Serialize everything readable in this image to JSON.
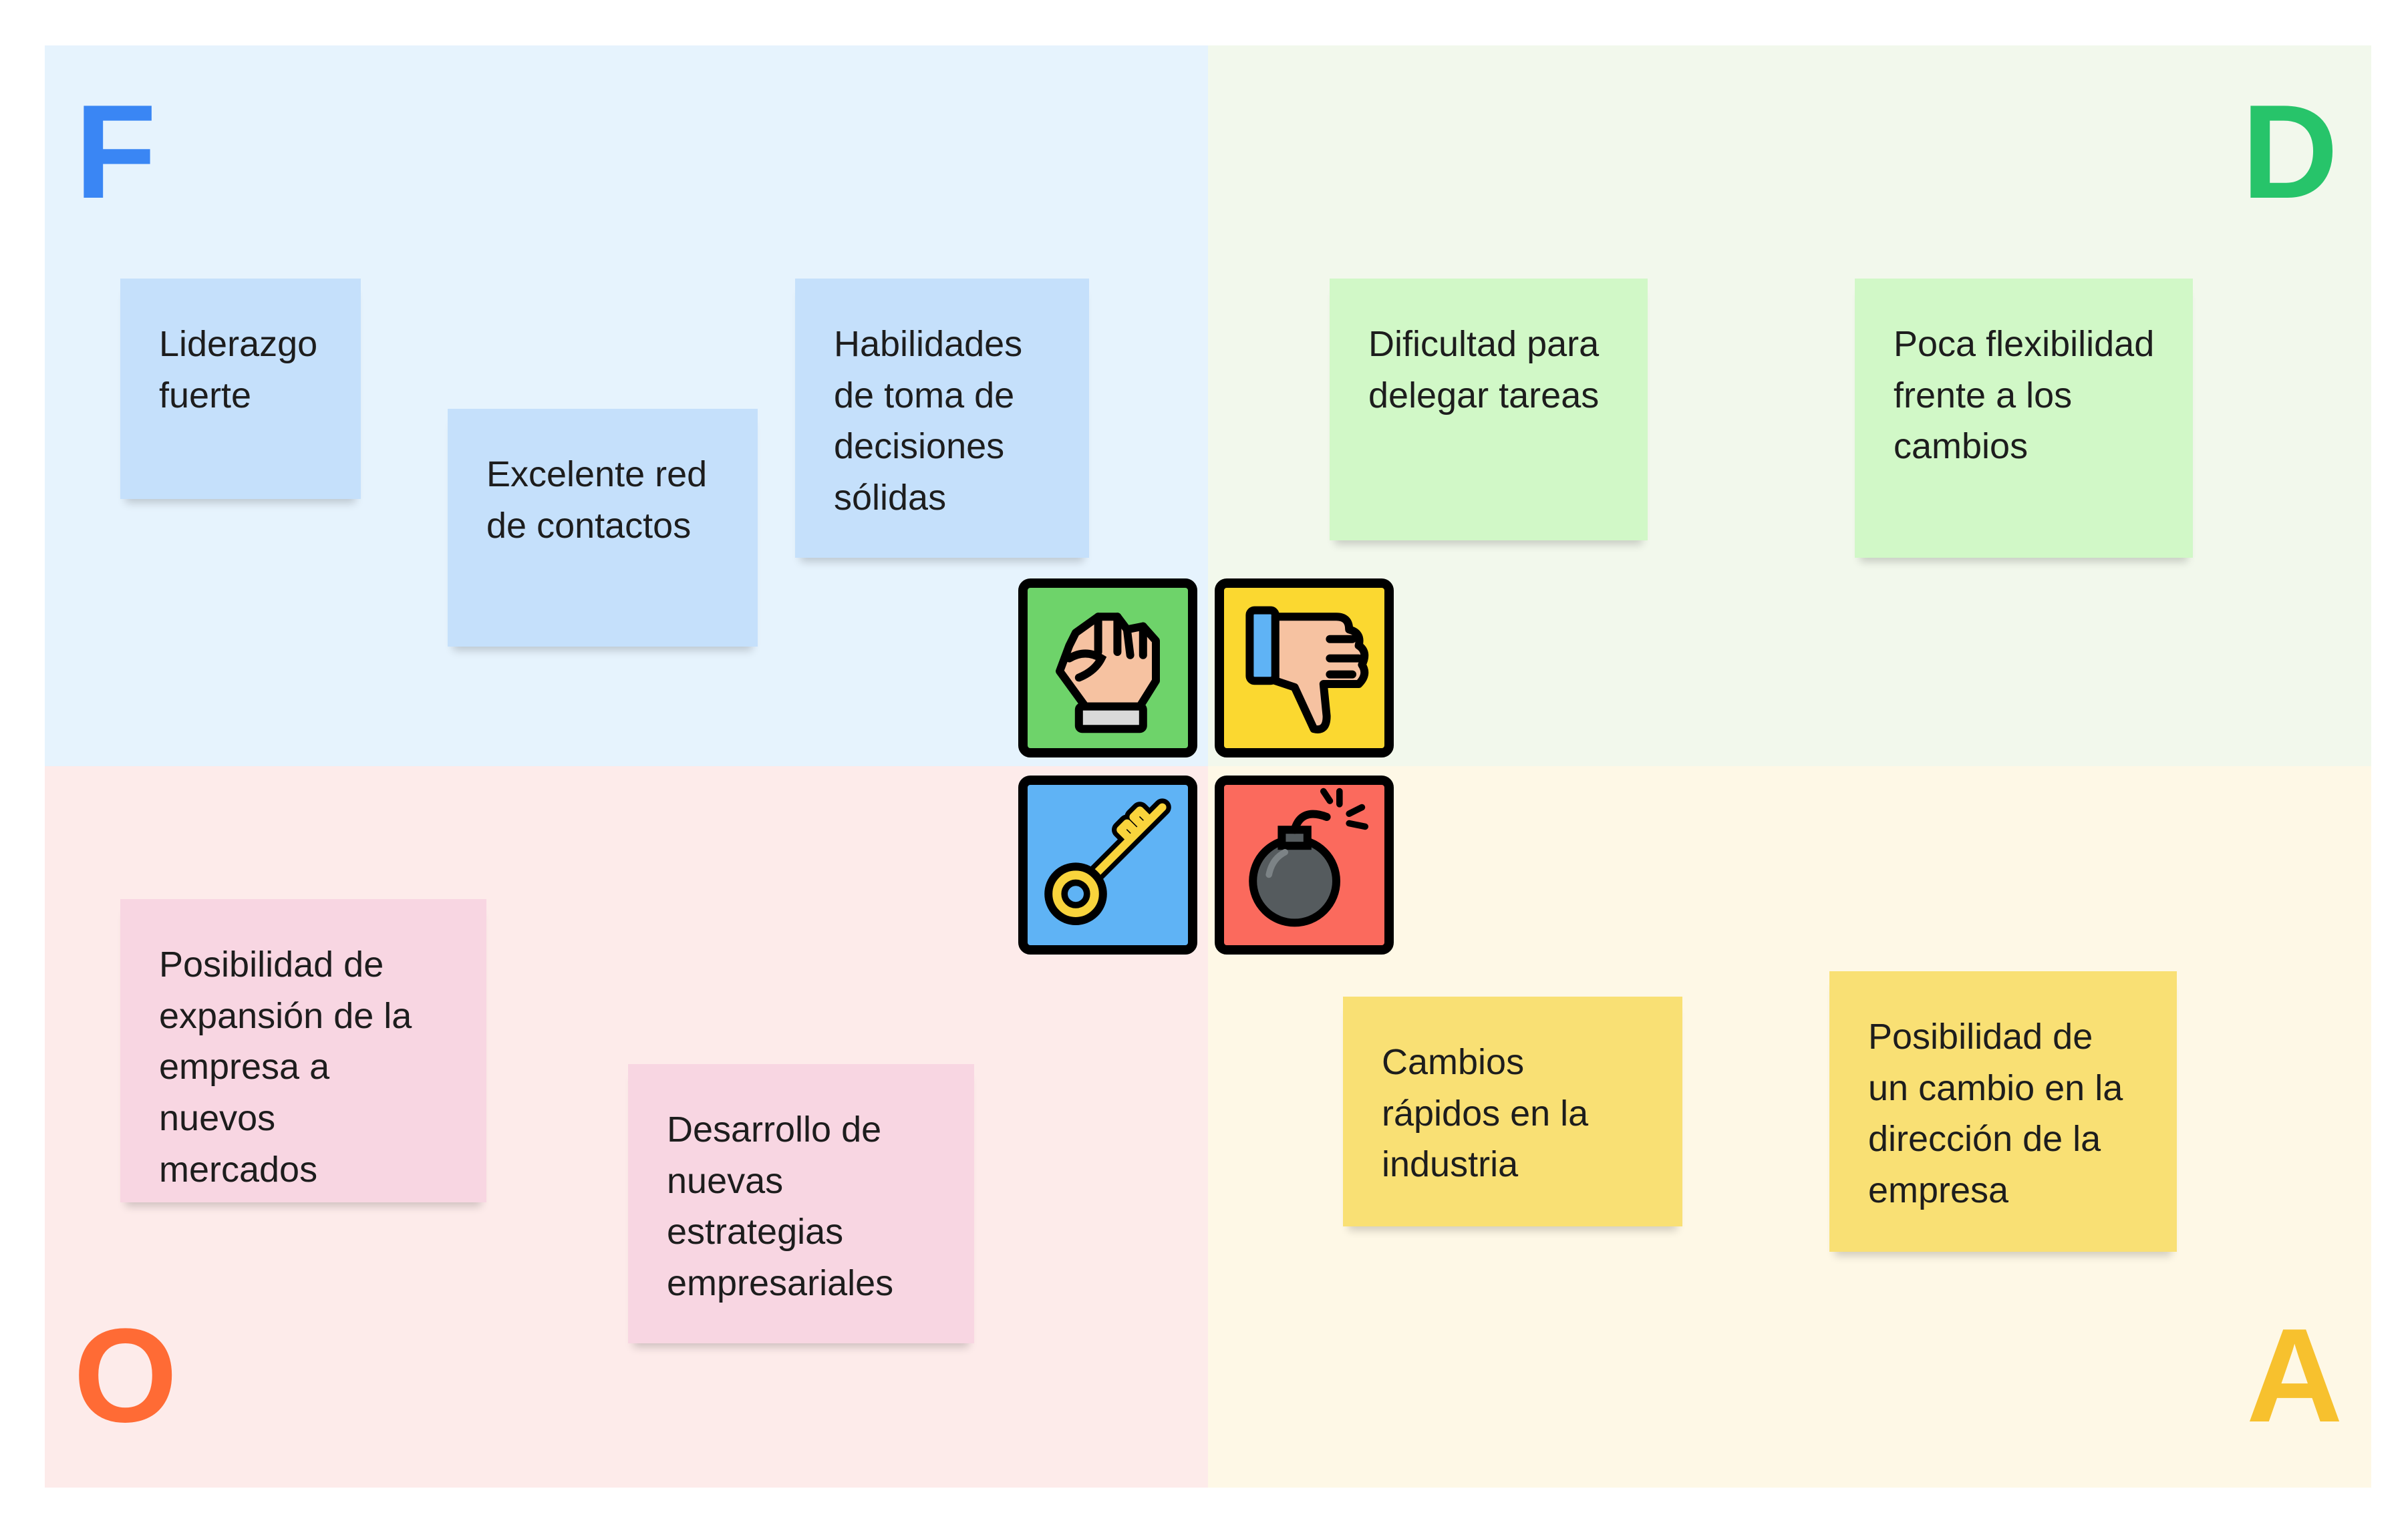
{
  "colors": {
    "strengths_bg": "#e6f3fd",
    "weaknesses_bg": "#f2f8ec",
    "opportunities_bg": "#fdebea",
    "threats_bg": "#fef8e6",
    "strengths_letter": "#3a86f4",
    "weaknesses_letter": "#27c46a",
    "opportunities_letter": "#ff6b35",
    "threats_letter": "#f7c12e",
    "strengths_note": "#c5e0fb",
    "weaknesses_note": "#d1f8c7",
    "opportunities_note": "#f8d6e2",
    "threats_note": "#f9e074"
  },
  "quadrants": {
    "strengths": {
      "letter": "F",
      "notes": [
        "Liderazgo\nfuerte",
        "Excelente red\nde contactos",
        "Habilidades\nde toma de\ndecisiones\nsólidas"
      ]
    },
    "weaknesses": {
      "letter": "D",
      "notes": [
        "Dificultad para\ndelegar tareas",
        "Poca flexibilidad\nfrente a los\ncambios"
      ]
    },
    "opportunities": {
      "letter": "O",
      "notes": [
        "Posibilidad de\nexpansión de la\nempresa a nuevos\nmercados",
        "Desarrollo de\nnuevas\nestrategias\nempresariales"
      ]
    },
    "threats": {
      "letter": "A",
      "notes": [
        "Cambios\nrápidos en la\nindustria",
        "Posibilidad de\nun cambio en la\ndirección de la\nempresa"
      ]
    }
  },
  "icons": [
    {
      "name": "raised-fist-icon",
      "bg": "#6ed36a"
    },
    {
      "name": "thumbs-down-icon",
      "bg": "#fbd830"
    },
    {
      "name": "key-icon",
      "bg": "#5fb3f5"
    },
    {
      "name": "bomb-icon",
      "bg": "#fb6a5d"
    }
  ]
}
